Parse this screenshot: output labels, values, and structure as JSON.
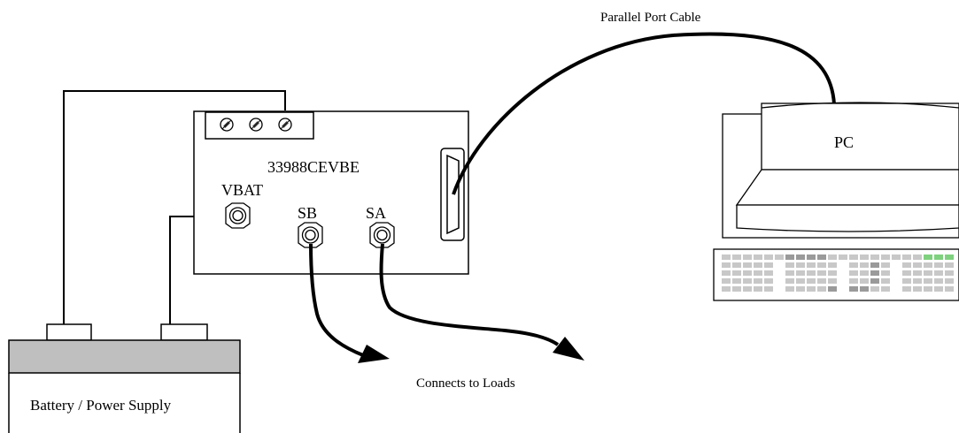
{
  "labels": {
    "cable": "Parallel Port Cable",
    "pc": "PC",
    "board": "33988CEVBE",
    "vbat": "VBAT",
    "sb": "SB",
    "sa": "SA",
    "loads": "Connects to Loads",
    "battery": "Battery / Power Supply"
  },
  "colors": {
    "battery_top": "#bfbfbf",
    "keyboard_key": "#c8c8c8",
    "keyboard_key_dark": "#9a9a9a",
    "keyboard_led": "#7fd17f"
  }
}
